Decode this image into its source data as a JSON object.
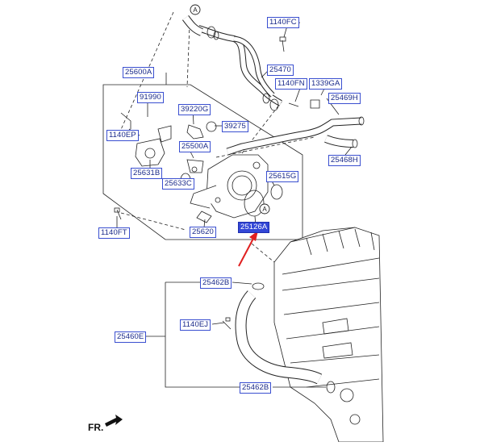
{
  "diagram": {
    "labels": [
      {
        "id": "1140FC",
        "text": "1140FC"
      },
      {
        "id": "25470",
        "text": "25470"
      },
      {
        "id": "25600A",
        "text": "25600A"
      },
      {
        "id": "1140FN",
        "text": "1140FN"
      },
      {
        "id": "1339GA",
        "text": "1339GA"
      },
      {
        "id": "91990",
        "text": "91990"
      },
      {
        "id": "25469H",
        "text": "25469H"
      },
      {
        "id": "39220G",
        "text": "39220G"
      },
      {
        "id": "39275",
        "text": "39275"
      },
      {
        "id": "1140EP",
        "text": "1140EP"
      },
      {
        "id": "25500A",
        "text": "25500A"
      },
      {
        "id": "25468H",
        "text": "25468H"
      },
      {
        "id": "25631B",
        "text": "25631B"
      },
      {
        "id": "25633C",
        "text": "25633C"
      },
      {
        "id": "25615G",
        "text": "25615G"
      },
      {
        "id": "25620",
        "text": "25620"
      },
      {
        "id": "25126A",
        "text": "25126A",
        "highlighted": true
      },
      {
        "id": "1140FT",
        "text": "1140FT"
      },
      {
        "id": "25462B_top",
        "text": "25462B"
      },
      {
        "id": "1140EJ",
        "text": "1140EJ"
      },
      {
        "id": "25460E",
        "text": "25460E"
      },
      {
        "id": "25462B_bottom",
        "text": "25462B"
      }
    ],
    "circle_marker": "A",
    "front_marker": "FR.",
    "colors": {
      "label_border": "#3a4fd0",
      "label_text": "#1a2a8a",
      "highlight": "#3347d6",
      "arrow": "#e02020",
      "line": "#222222"
    }
  }
}
